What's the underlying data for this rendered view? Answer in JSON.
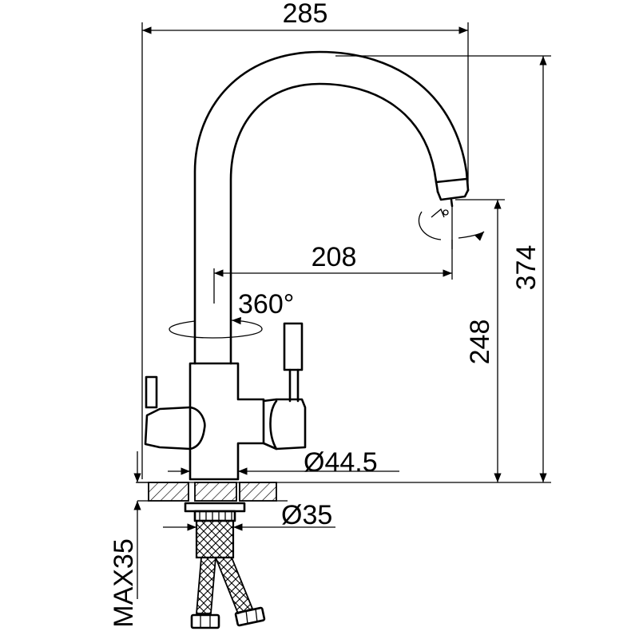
{
  "dimensions": {
    "total_width": "285",
    "total_height": "374",
    "spout_reach": "208",
    "spout_height": "248",
    "rotation": "360°",
    "base_diameter": "Ø44.5",
    "thread_diameter": "Ø35",
    "max_thickness": "MAX35"
  }
}
